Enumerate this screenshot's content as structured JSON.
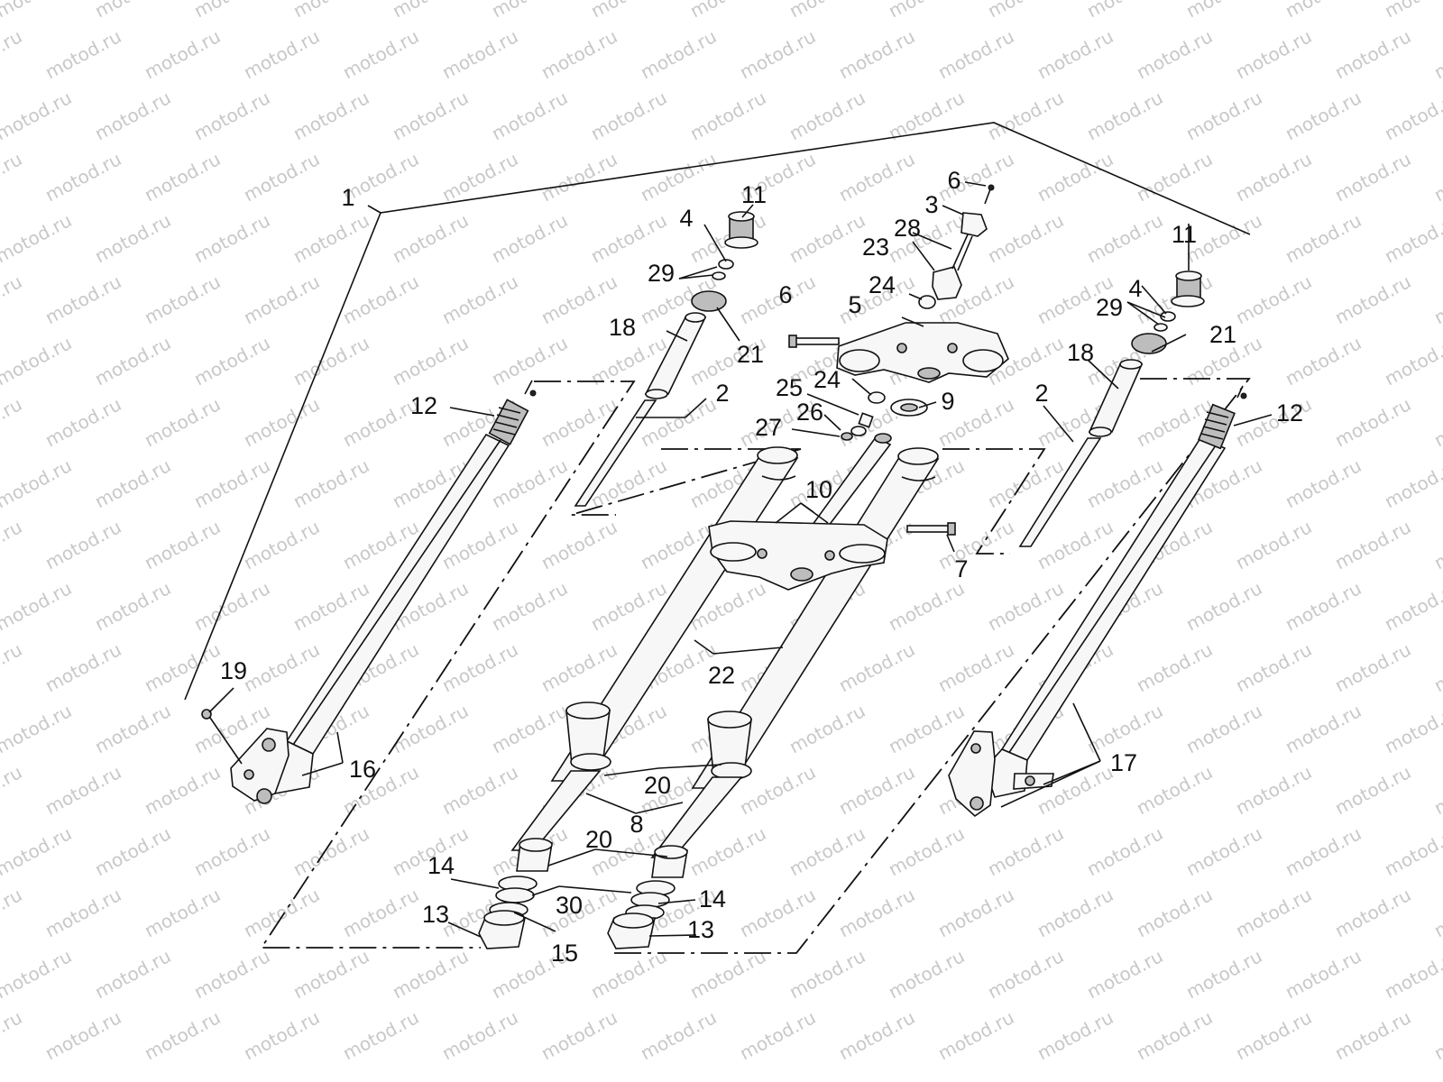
{
  "watermark": {
    "text": "motod.ru",
    "color": "#c8c8c8"
  },
  "diagram": {
    "line_color": "#111111",
    "callouts": [
      {
        "id": "c1",
        "text": "1"
      },
      {
        "id": "c6a",
        "text": "6"
      },
      {
        "id": "c11a",
        "text": "11"
      },
      {
        "id": "c3",
        "text": "3"
      },
      {
        "id": "c28",
        "text": "28"
      },
      {
        "id": "c4a",
        "text": "4"
      },
      {
        "id": "c23",
        "text": "23"
      },
      {
        "id": "c11b",
        "text": "11"
      },
      {
        "id": "c29a",
        "text": "29"
      },
      {
        "id": "c24a",
        "text": "24"
      },
      {
        "id": "c6b",
        "text": "6"
      },
      {
        "id": "c5",
        "text": "5"
      },
      {
        "id": "c4b",
        "text": "4"
      },
      {
        "id": "c29b",
        "text": "29"
      },
      {
        "id": "c21a",
        "text": "21"
      },
      {
        "id": "c18a",
        "text": "18"
      },
      {
        "id": "c21b",
        "text": "21"
      },
      {
        "id": "c18b",
        "text": "18"
      },
      {
        "id": "c24b",
        "text": "24"
      },
      {
        "id": "c25",
        "text": "25"
      },
      {
        "id": "c9",
        "text": "9"
      },
      {
        "id": "c2a",
        "text": "2"
      },
      {
        "id": "c2b",
        "text": "2"
      },
      {
        "id": "c12a",
        "text": "12"
      },
      {
        "id": "c12b",
        "text": "12"
      },
      {
        "id": "c26",
        "text": "26"
      },
      {
        "id": "c27",
        "text": "27"
      },
      {
        "id": "c10",
        "text": "10"
      },
      {
        "id": "c7",
        "text": "7"
      },
      {
        "id": "c22",
        "text": "22"
      },
      {
        "id": "c19",
        "text": "19"
      },
      {
        "id": "c16",
        "text": "16"
      },
      {
        "id": "c17",
        "text": "17"
      },
      {
        "id": "c20a",
        "text": "20"
      },
      {
        "id": "c8",
        "text": "8"
      },
      {
        "id": "c20b",
        "text": "20"
      },
      {
        "id": "c14a",
        "text": "14"
      },
      {
        "id": "c30",
        "text": "30"
      },
      {
        "id": "c14b",
        "text": "14"
      },
      {
        "id": "c13a",
        "text": "13"
      },
      {
        "id": "c13b",
        "text": "13"
      },
      {
        "id": "c15",
        "text": "15"
      }
    ]
  }
}
